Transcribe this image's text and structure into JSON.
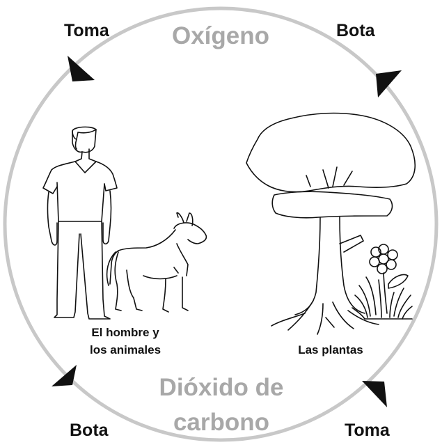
{
  "gases": {
    "top": "Oxígeno",
    "bottom_line1": "Dióxido de",
    "bottom_line2": "carbono"
  },
  "corners": {
    "top_left": "Toma",
    "top_right": "Bota",
    "bottom_left": "Bota",
    "bottom_right": "Toma"
  },
  "captions": {
    "humans_line1": "El hombre y",
    "humans_line2": "los animales",
    "plants": "Las plantas"
  },
  "colors": {
    "circle": "#c8c8c8",
    "gas_text": "#a8a8a8",
    "ink": "#111111"
  }
}
